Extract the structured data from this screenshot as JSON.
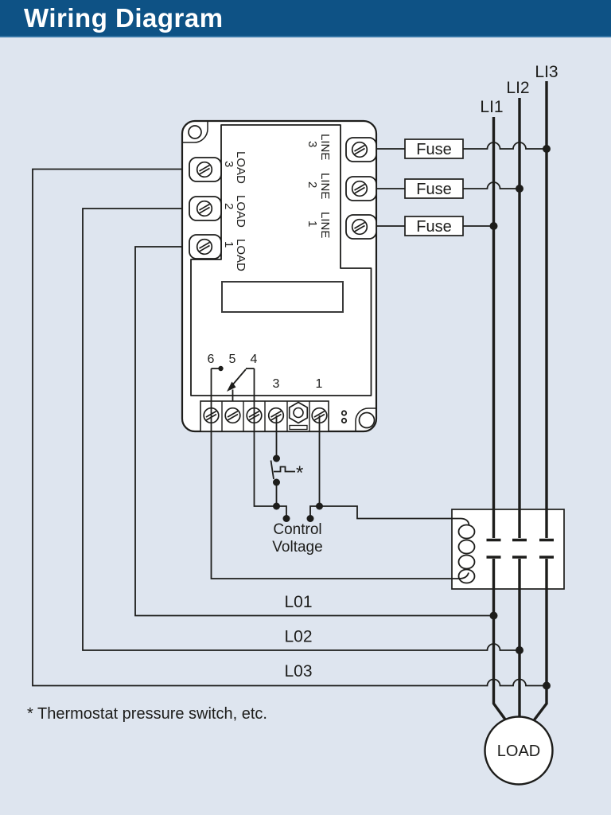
{
  "header": {
    "title": "Wiring Diagram"
  },
  "colors": {
    "header_bg": "#0e5285",
    "header_fg": "#ffffff",
    "page_bg": "#dee5ef",
    "line": "#1d1d1b"
  },
  "phase_labels": [
    "LI1",
    "LI2",
    "LI3"
  ],
  "fuses": [
    "Fuse",
    "Fuse",
    "Fuse"
  ],
  "device": {
    "load_terminals": [
      {
        "word": "LOAD",
        "num": "3"
      },
      {
        "word": "LOAD",
        "num": "2"
      },
      {
        "word": "LOAD",
        "num": "1"
      }
    ],
    "line_terminals": [
      {
        "word": "LINE",
        "num": "3"
      },
      {
        "word": "LINE",
        "num": "2"
      },
      {
        "word": "LINE",
        "num": "1"
      }
    ],
    "bottom_terminals": [
      "6",
      "5",
      "4",
      "3",
      "1"
    ]
  },
  "control_voltage": {
    "line1": "Control",
    "line2": "Voltage"
  },
  "switch_marker": "*",
  "output_lines": [
    "L01",
    "L02",
    "L03"
  ],
  "load_circle": "LOAD",
  "footnote": "* Thermostat pressure switch, etc."
}
